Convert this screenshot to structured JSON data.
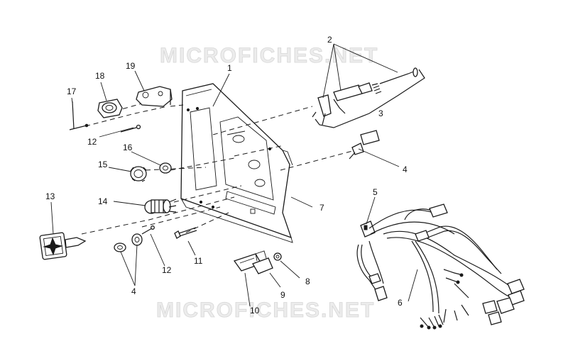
{
  "watermarks": [
    "MICROFICHES.NET",
    "MICROFICHES.NET"
  ],
  "callouts": [
    "1",
    "2",
    "3",
    "4",
    "5",
    "6",
    "7",
    "8",
    "9",
    "10",
    "11",
    "12",
    "12",
    "13",
    "14",
    "15",
    "16",
    "17",
    "18",
    "19",
    "4"
  ]
}
